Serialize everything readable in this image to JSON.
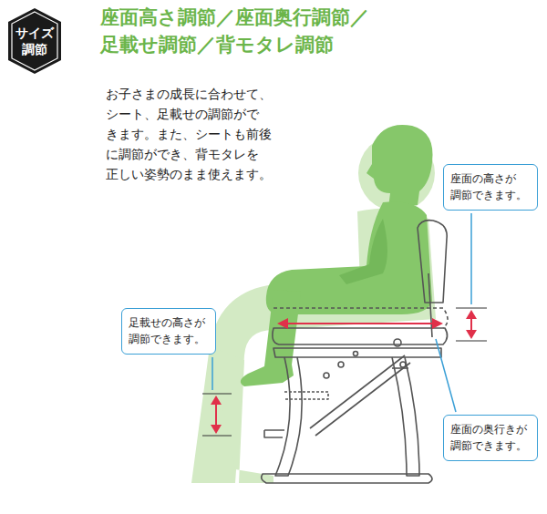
{
  "diagram": {
    "title": "座面高さ調節／座面奥行調節／ 足載せ調節／背モタレ調節",
    "nodes": [
      {
        "text": [
          "サイズ 調節"
        ]
      },
      {
        "text": [
          "座面の高さが 調節できます。"
        ]
      },
      {
        "text": [
          "足載せの高さが 調節できます。"
        ]
      },
      {
        "text": [
          "座面の奥行きが 調節できます。"
        ]
      }
    ],
    "labels": [
      "お子さまの成長に合わせて、 シート、足載せの調節がで きます。また、シートも前後 に調節ができ、背モタレを 正しい姿勢のまま使えます。"
    ]
  }
}
